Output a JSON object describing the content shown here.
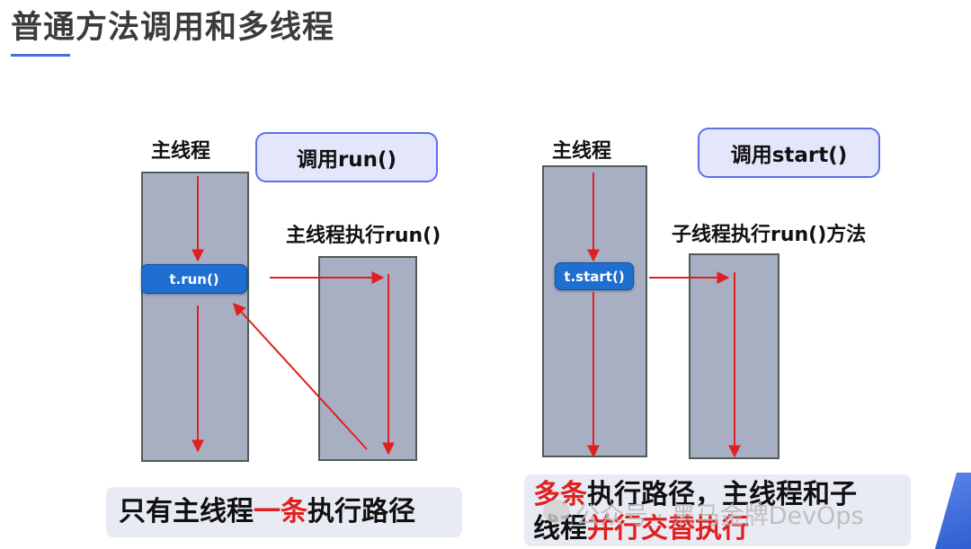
{
  "title": "普通方法调用和多线程",
  "left": {
    "lane_label": "主线程",
    "callout": "调用run()",
    "chip": "t.run()",
    "second_lane_label": "主线程执行run()",
    "footer": {
      "part1": "只有主线程",
      "part2": "一条",
      "part3": "执行路径"
    }
  },
  "right": {
    "lane_label": "主线程",
    "callout": "调用start()",
    "chip": "t.start()",
    "second_lane_label": "子线程执行run()方法",
    "footer": {
      "line1_part1": "多条",
      "line1_part2": "执行路径，主线程和子",
      "line2_part1": "线程",
      "line2_part2": "并行交替执行"
    }
  },
  "watermark": "公众号 · 黑马金牌DevOps",
  "colors": {
    "lane": "#a9afc3",
    "chip": "#1f6fd1",
    "arrow": "#e02020",
    "callout_border": "#5b6fe6",
    "accent": "#e02020"
  },
  "icons": {
    "watermark_icon": "wechat-icon"
  }
}
